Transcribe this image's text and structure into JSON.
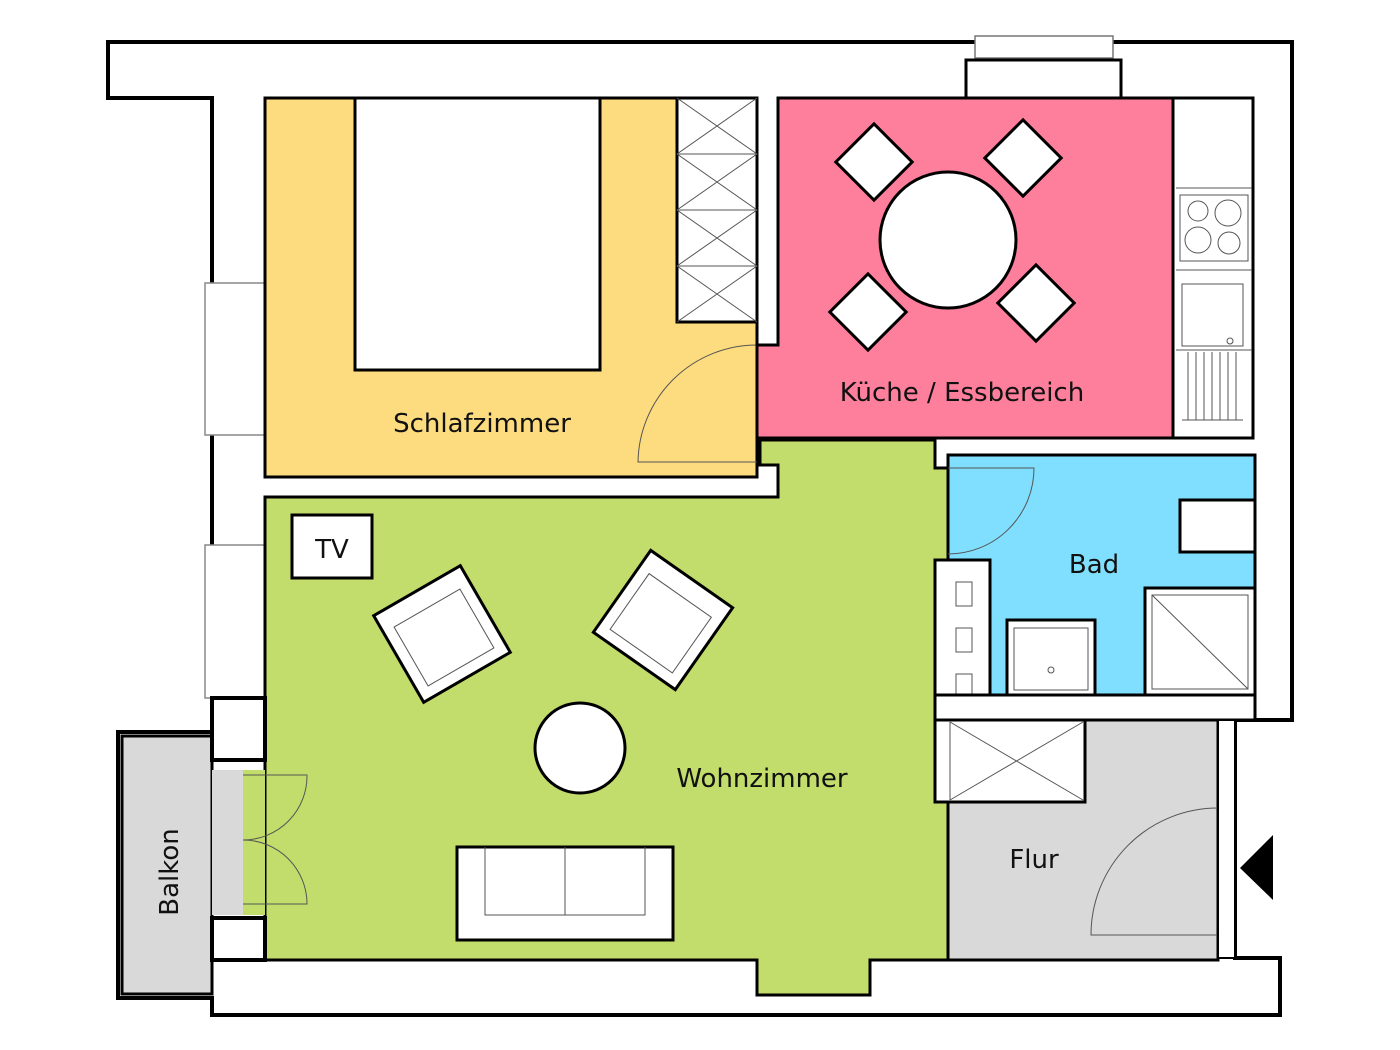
{
  "rooms": {
    "bedroom": {
      "label": "Schlafzimmer",
      "color": "#fcdc7e"
    },
    "kitchen": {
      "label": "Küche / Essbereich",
      "color": "#fe7f9c"
    },
    "bath": {
      "label": "Bad",
      "color": "#80dffe"
    },
    "living": {
      "label": "Wohnzimmer",
      "color": "#c3dd6c"
    },
    "hall": {
      "label": "Flur",
      "color": "#d9d9d9"
    },
    "balcony": {
      "label": "Balkon",
      "color": "#d9d9d9"
    }
  },
  "furniture": {
    "tv_label": "TV"
  },
  "icons": {
    "entrance": "entrance-arrow-icon"
  }
}
